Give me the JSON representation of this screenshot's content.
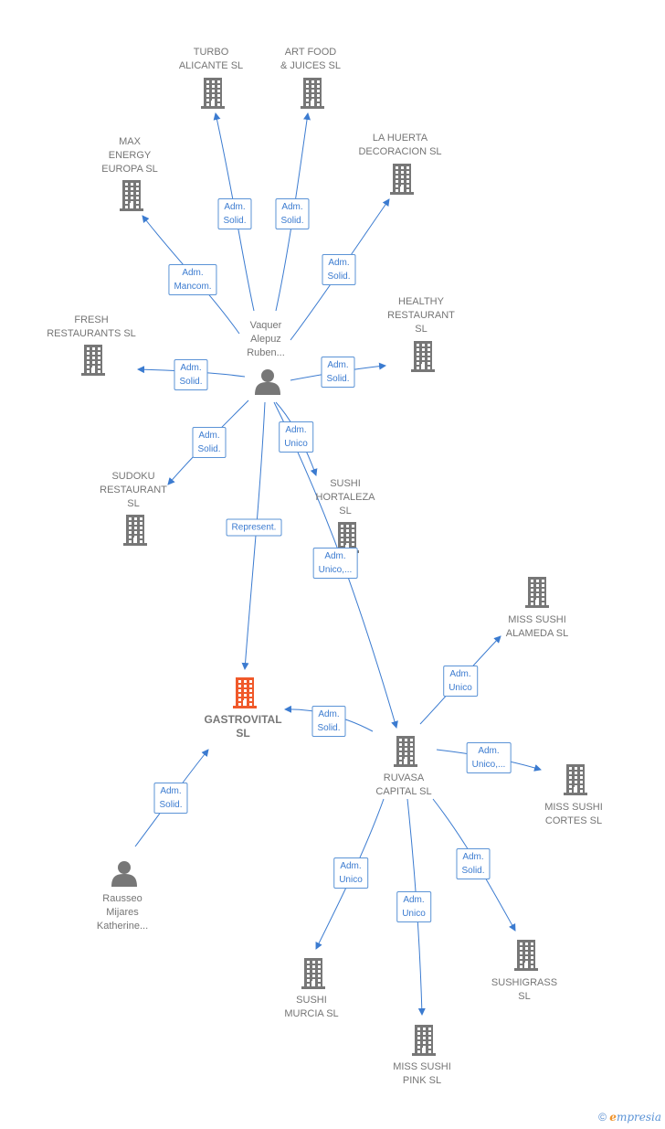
{
  "nodes": [
    {
      "id": "turbo",
      "label": "TURBO\nALICANTE  SL",
      "type": "company"
    },
    {
      "id": "artfood",
      "label": "ART FOOD\n& JUICES  SL",
      "type": "company"
    },
    {
      "id": "max",
      "label": "MAX\nENERGY\nEUROPA SL",
      "type": "company"
    },
    {
      "id": "huerta",
      "label": "LA HUERTA\nDECORACION SL",
      "type": "company"
    },
    {
      "id": "fresh",
      "label": "FRESH\nRESTAURANTS SL",
      "type": "company"
    },
    {
      "id": "healthy",
      "label": "HEALTHY\nRESTAURANT\nSL",
      "type": "company"
    },
    {
      "id": "vaquer",
      "label": "Vaquer\nAlepuz\nRuben...",
      "type": "person"
    },
    {
      "id": "sudoku",
      "label": "SUDOKU\nRESTAURANT\nSL",
      "type": "company"
    },
    {
      "id": "hortaleza",
      "label": "SUSHI\nHORTALEZA\nSL",
      "type": "company"
    },
    {
      "id": "alameda",
      "label": "MISS SUSHI\nALAMEDA  SL",
      "type": "company"
    },
    {
      "id": "gastro",
      "label": "GASTROVITAL\nSL",
      "type": "center"
    },
    {
      "id": "ruvasa",
      "label": "RUVASA\nCAPITAL  SL",
      "type": "company"
    },
    {
      "id": "cortes",
      "label": "MISS SUSHI\nCORTES  SL",
      "type": "company"
    },
    {
      "id": "rausseo",
      "label": "Rausseo\nMijares\nKatherine...",
      "type": "person"
    },
    {
      "id": "murcia",
      "label": "SUSHI\nMURCIA  SL",
      "type": "company"
    },
    {
      "id": "pink",
      "label": "MISS SUSHI\nPINK  SL",
      "type": "company"
    },
    {
      "id": "sushigrass",
      "label": "SUSHIGRASS\nSL",
      "type": "company"
    }
  ],
  "edges": [
    {
      "from": "vaquer",
      "to": "turbo",
      "label": "Adm.\nSolid."
    },
    {
      "from": "vaquer",
      "to": "artfood",
      "label": "Adm.\nSolid."
    },
    {
      "from": "vaquer",
      "to": "max",
      "label": "Adm.\nMancom."
    },
    {
      "from": "vaquer",
      "to": "huerta",
      "label": "Adm.\nSolid."
    },
    {
      "from": "vaquer",
      "to": "fresh",
      "label": "Adm.\nSolid."
    },
    {
      "from": "vaquer",
      "to": "healthy",
      "label": "Adm.\nSolid."
    },
    {
      "from": "vaquer",
      "to": "sudoku",
      "label": "Adm.\nSolid."
    },
    {
      "from": "vaquer",
      "to": "hortaleza",
      "label": "Adm.\nUnico"
    },
    {
      "from": "vaquer",
      "to": "gastro",
      "label": "Represent."
    },
    {
      "from": "vaquer",
      "to": "ruvasa",
      "label": "Adm.\nUnico,..."
    },
    {
      "from": "ruvasa",
      "to": "alameda",
      "label": "Adm.\nUnico"
    },
    {
      "from": "ruvasa",
      "to": "gastro",
      "label": "Adm.\nSolid."
    },
    {
      "from": "ruvasa",
      "to": "cortes",
      "label": "Adm.\nUnico,..."
    },
    {
      "from": "rausseo",
      "to": "gastro",
      "label": "Adm.\nSolid."
    },
    {
      "from": "ruvasa",
      "to": "murcia",
      "label": "Adm.\nUnico"
    },
    {
      "from": "ruvasa",
      "to": "pink",
      "label": "Adm.\nUnico"
    },
    {
      "from": "ruvasa",
      "to": "sushigrass",
      "label": "Adm.\nSolid."
    }
  ],
  "colors": {
    "company": "#777777",
    "center": "#f0592a",
    "person": "#777777",
    "edge": "#3b7bd0"
  },
  "footer": {
    "copyright": "©",
    "brand_initial": "e",
    "brand_rest": "mpresia"
  }
}
